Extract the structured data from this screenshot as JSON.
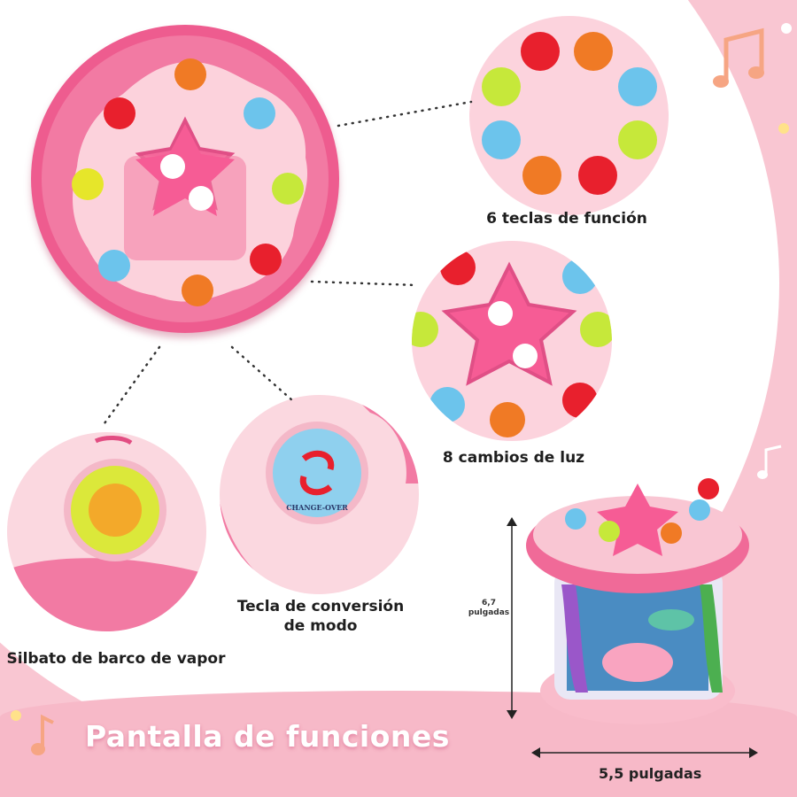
{
  "labels": {
    "function_keys": "6 teclas de función",
    "light_changes": "8 cambios de luz",
    "mode_key_line1": "Tecla de conversión",
    "mode_key_line2": "de modo",
    "whistle": "Silbato de barco de vapor",
    "screen_title": "Pantalla de funciones",
    "height_line1": "6,7",
    "height_line2": "pulgadas",
    "width": "5,5 pulgadas",
    "changeover_button": "CHANGE-OVER"
  },
  "colors": {
    "pink_bg": "#f9c6d2",
    "toy_pink": "#f06a98",
    "toy_light_pink": "#fbd0dc",
    "star_pink": "#f4679a"
  }
}
